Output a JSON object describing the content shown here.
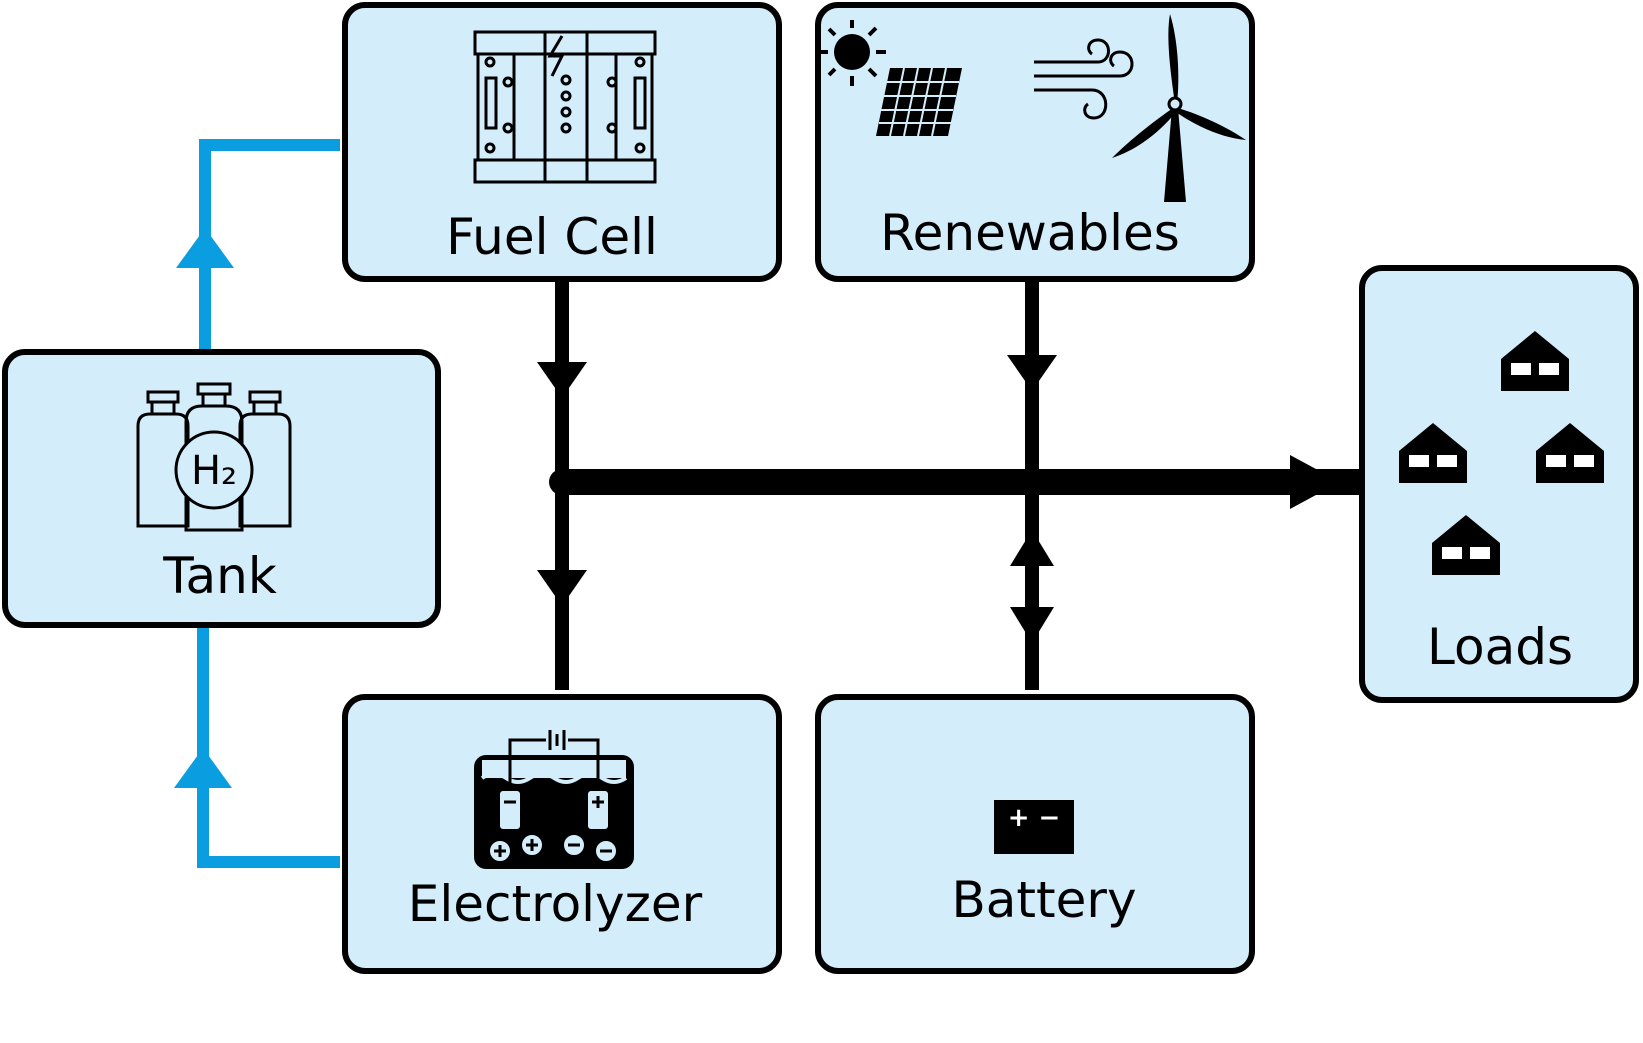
{
  "components": {
    "fuel_cell": {
      "label": "Fuel Cell"
    },
    "renewables": {
      "label": "Renewables"
    },
    "tank": {
      "label": "Tank",
      "icon_text": "H₂"
    },
    "electrolyzer": {
      "label": "Electrolyzer"
    },
    "battery": {
      "label": "Battery",
      "icon_text": "+ −"
    },
    "loads": {
      "label": "Loads"
    }
  },
  "flows": [
    {
      "from": "Fuel Cell",
      "to": "Bus",
      "type": "power"
    },
    {
      "from": "Renewables",
      "to": "Bus",
      "type": "power"
    },
    {
      "from": "Bus",
      "to": "Electrolyzer",
      "type": "power"
    },
    {
      "from": "Bus",
      "to": "Battery",
      "type": "power",
      "bidirectional": true
    },
    {
      "from": "Bus",
      "to": "Loads",
      "type": "power"
    },
    {
      "from": "Electrolyzer",
      "to": "Tank",
      "type": "hydrogen"
    },
    {
      "from": "Tank",
      "to": "Fuel Cell",
      "type": "hydrogen"
    }
  ],
  "colors": {
    "box_fill": "#d4edfb",
    "hydrogen_line": "#0a9ee0",
    "power_line": "#000000"
  }
}
